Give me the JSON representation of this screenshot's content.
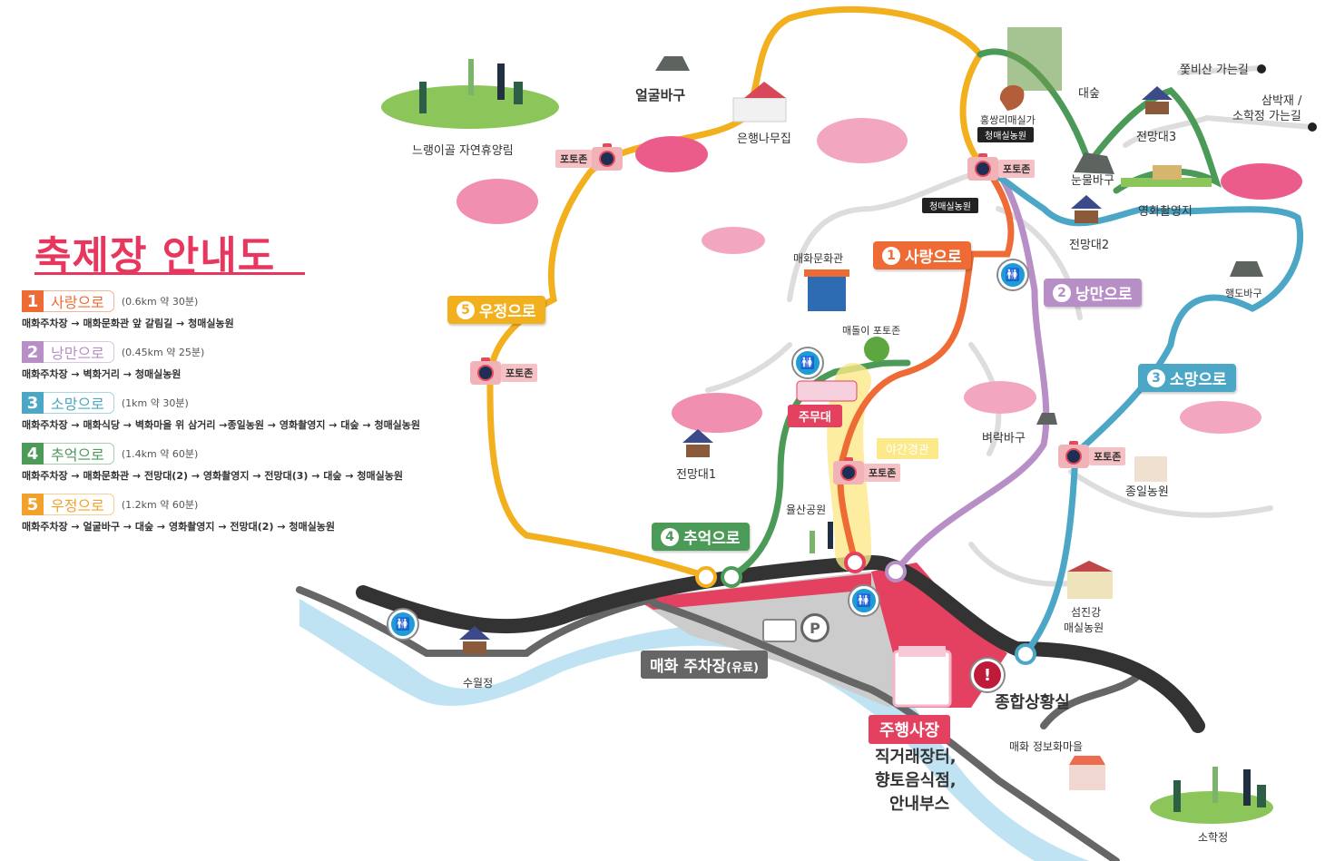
{
  "title": "축제장 안내도",
  "colors": {
    "route1": "#ef6b35",
    "route2": "#b88ec6",
    "route3": "#4ca6c5",
    "route4": "#4c9a58",
    "route5": "#f2b01e",
    "main_road": "#333333",
    "festival_area": "#e4405f",
    "river": "#bfe3f3",
    "title": "#e8375f"
  },
  "legend": [
    {
      "num": "1",
      "name": "사랑으로",
      "dist": "(0.6km 약 30분)",
      "path": "매화주차장 → 매화문화관 앞 갈림길 → 청매실농원"
    },
    {
      "num": "2",
      "name": "낭만으로",
      "dist": "(0.45km 약 25분)",
      "path": "매화주차장 → 벽화거리 → 청매실농원"
    },
    {
      "num": "3",
      "name": "소망으로",
      "dist": "(1km 약 30분)",
      "path": "매화주차장 → 매화식당 → 벽화마을 위 삼거리 →종일농원 → 영화촬영지 → 대숲 → 청매실농원"
    },
    {
      "num": "4",
      "name": "추억으로",
      "dist": "(1.4km 약 60분)",
      "path": "매화주차장 → 매화문화관 → 전망대(2) → 영화촬영지 → 전망대(3) → 대숲 → 청매실농원"
    },
    {
      "num": "5",
      "name": "우정으로",
      "dist": "(1.2km 약 60분)",
      "path": "매화주차장 → 얼굴바구 → 대숲 → 영화촬영지 → 전망대(2) → 청매실농원"
    }
  ],
  "route_tags": {
    "r1": {
      "num": "1",
      "label": "사랑으로"
    },
    "r2": {
      "num": "2",
      "label": "낭만으로"
    },
    "r3": {
      "num": "3",
      "label": "소망으로"
    },
    "r4": {
      "num": "4",
      "label": "추억으로"
    },
    "r5": {
      "num": "5",
      "label": "우정으로"
    }
  },
  "places": {
    "forest1": "느랭이골 자연휴양림",
    "face_rock": "얼굴바구",
    "ginkgo_house": "은행나무집",
    "bamboo": "대숲",
    "hongssangri": "홍쌍리매실가",
    "cheongmae1": "청매실농원",
    "cheongmae2": "청매실농원",
    "tear_rock": "눈물바구",
    "obs3": "전망대3",
    "film_site": "영화촬영지",
    "obs2": "전망대2",
    "jjokbisan": "쭟비산 가는길",
    "sambakjae": "삼박재 /",
    "sohakjeong_way": "소학정 가는길",
    "haengdo_rock": "행도바구",
    "culture_hall": "매화문화관",
    "maedori_photo": "매돌이 포토존",
    "stage": "주무대",
    "night_view": "야간경관",
    "byeorak_rock": "벼락바구",
    "jongil_farm": "종일농원",
    "obs1": "전망대1",
    "yulsan_park": "율산공원",
    "seomjin_farm1": "섬진강",
    "seomjin_farm2": "매실농원",
    "suwoljeong": "수월정",
    "parking": "매화 주차장",
    "parking_paid": "(유료)",
    "situation_room": "종합상황실",
    "vendor_area": "주행사장",
    "vendor_desc1": "직거래장터,",
    "vendor_desc2": "향토음식점,",
    "vendor_desc3": "안내부스",
    "info_village": "매화 정보화마을",
    "sohakjeong": "소학정"
  },
  "photo_zone_label": "포토존",
  "icons": {
    "parking": "P",
    "alert": "!",
    "toilet": "🚻"
  }
}
